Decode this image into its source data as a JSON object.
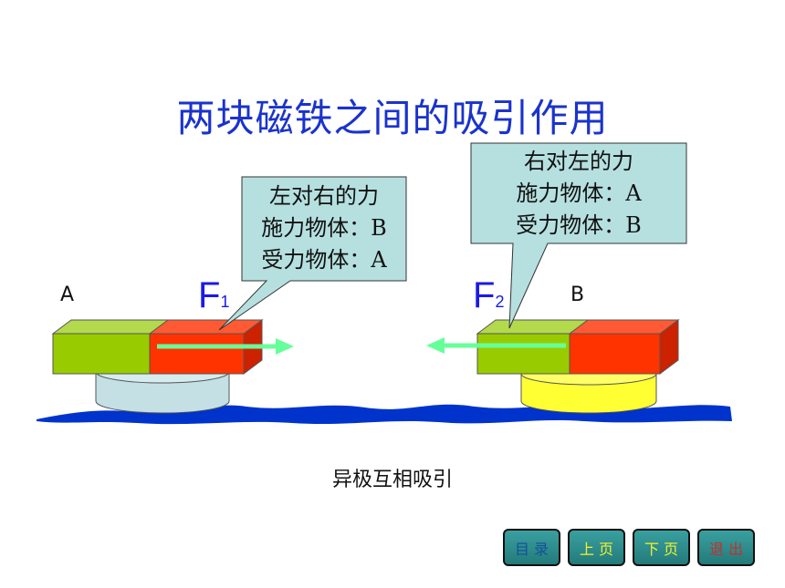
{
  "title": "两块磁铁之间的吸引作用",
  "callout_left": {
    "line1": "左对右的力",
    "line2": "施力物体：B",
    "line3": "受力物体：A"
  },
  "callout_right": {
    "line1": "右对左的力",
    "line2": "施力物体：A",
    "line3": "受力物体：B"
  },
  "magnet_a_label": "A",
  "magnet_b_label": "B",
  "force1": {
    "symbol": "F",
    "sub": "1"
  },
  "force2": {
    "symbol": "F",
    "sub": "2"
  },
  "caption": "异极互相吸引",
  "nav": {
    "contents": {
      "label": "目 录",
      "color": "#14509a"
    },
    "prev": {
      "label": "上 页",
      "color": "#f2f22a"
    },
    "next": {
      "label": "下 页",
      "color": "#f2f22a"
    },
    "exit": {
      "label": "退 出",
      "color": "#cc2b2b"
    }
  },
  "colors": {
    "title": "#1a33cc",
    "magnet_green": "#99cc00",
    "magnet_red": "#ff3300",
    "arrow": "#66ff99",
    "ground": "#0033cc",
    "callout_fill": "#b6e0e0",
    "left_base": "#c4e0e4",
    "right_base": "#ffff33"
  }
}
